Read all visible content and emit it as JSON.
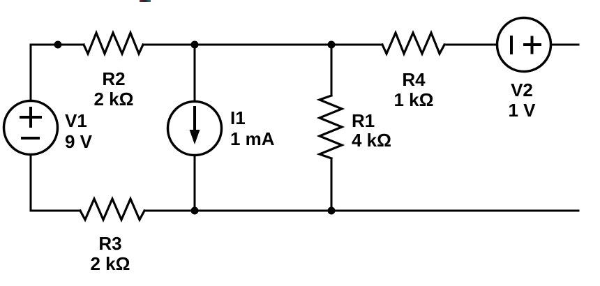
{
  "page": {
    "background": "#ffffff",
    "line_color": "#000000",
    "text_color": "#000000"
  },
  "components": {
    "V1": {
      "name": "V1",
      "value": "9 V",
      "type": "voltage-source",
      "orientation": "vertical",
      "polarity": "plus-top"
    },
    "R2": {
      "name": "R2",
      "value": "2 kΩ",
      "type": "resistor",
      "orientation": "horizontal"
    },
    "I1": {
      "name": "I1",
      "value": "1 mA",
      "type": "current-source",
      "orientation": "vertical",
      "arrow_direction": "down"
    },
    "R1": {
      "name": "R1",
      "value": "4 kΩ",
      "type": "resistor",
      "orientation": "vertical"
    },
    "R4": {
      "name": "R4",
      "value": "1 kΩ",
      "type": "resistor",
      "orientation": "horizontal"
    },
    "V2": {
      "name": "V2",
      "value": "1 V",
      "type": "voltage-source",
      "orientation": "horizontal",
      "polarity": "plus-right"
    },
    "R3": {
      "name": "R3",
      "value": "2 kΩ",
      "type": "resistor",
      "orientation": "horizontal"
    }
  },
  "artifact": {
    "colors": [
      "#7a3030",
      "#26262e",
      "#2e6b7c"
    ]
  }
}
